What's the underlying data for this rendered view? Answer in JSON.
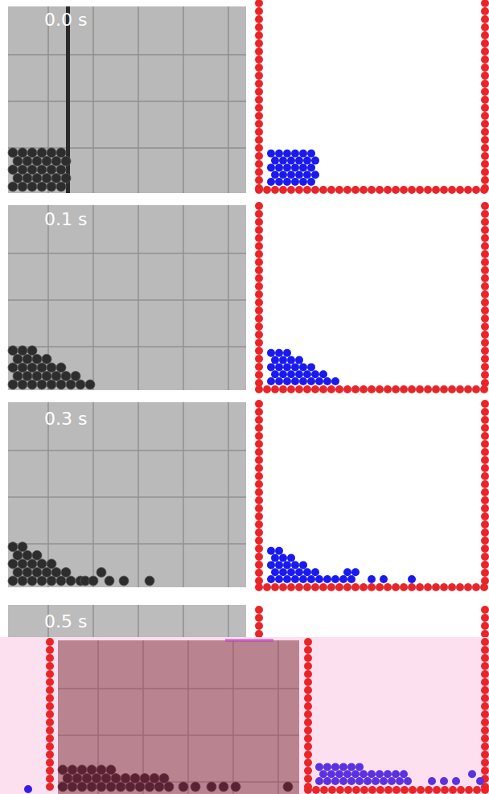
{
  "diagram": {
    "labels": [
      "0.0 s",
      "0.1 s",
      "0.3 s",
      "0.5 s"
    ]
  }
}
